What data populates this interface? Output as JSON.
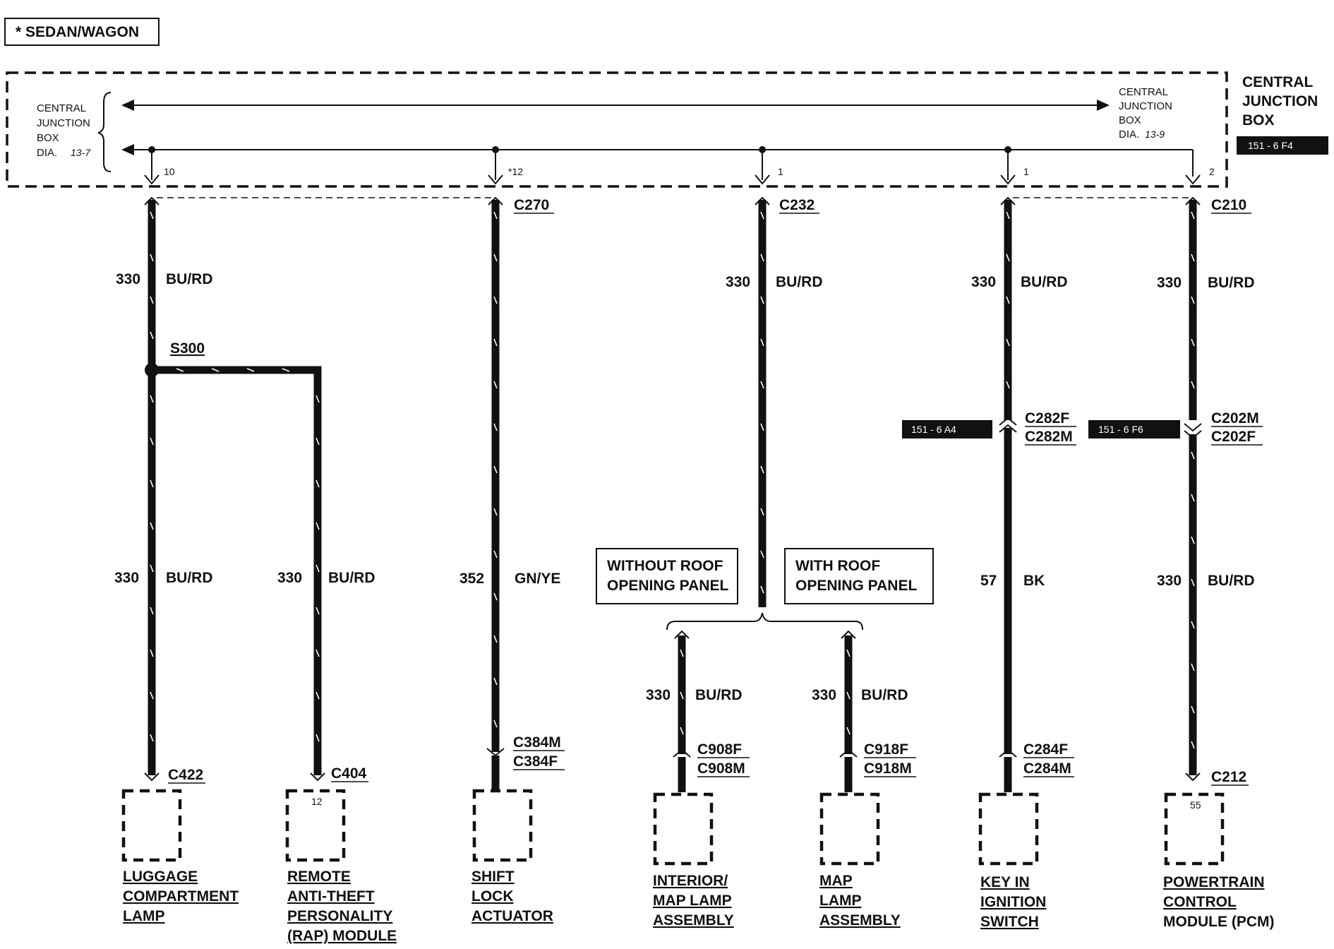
{
  "note_label": "* SEDAN/WAGON",
  "central_junction_box": {
    "title": [
      "CENTRAL",
      "JUNCTION",
      "BOX"
    ],
    "ref_tag": "151 - 6 F4",
    "left_ref": [
      "CENTRAL",
      "JUNCTION",
      "BOX",
      "DIA."
    ],
    "left_ref_num": "13-7",
    "right_ref": [
      "CENTRAL",
      "JUNCTION",
      "BOX",
      "DIA."
    ],
    "right_ref_num": "13-9",
    "pins": [
      "10",
      "*12",
      "1",
      "1",
      "2"
    ]
  },
  "connectors": {
    "c270": "C270",
    "c232": "C232",
    "c210": "C210",
    "c282f": "C282F",
    "c282m": "C282M",
    "c202m": "C202M",
    "c202f": "C202F",
    "c384m": "C384M",
    "c384f": "C384F",
    "c908f": "C908F",
    "c908m": "C908M",
    "c918f": "C918F",
    "c918m": "C918M",
    "c284f": "C284F",
    "c284m": "C284M",
    "c422": "C422",
    "c404": "C404",
    "c212": "C212"
  },
  "ref_tags": {
    "c282": "151 - 6 A4",
    "c202": "151 - 6 F6"
  },
  "splice": "S300",
  "wire_labels": {
    "w1_top": {
      "num": "330",
      "color": "BU/RD"
    },
    "w1_bot": {
      "num": "330",
      "color": "BU/RD"
    },
    "w2": {
      "num": "330",
      "color": "BU/RD"
    },
    "w3": {
      "num": "352",
      "color": "GN/YE"
    },
    "w4": {
      "num": "330",
      "color": "BU/RD"
    },
    "w5": {
      "num": "330",
      "color": "BU/RD"
    },
    "w6": {
      "num": "330",
      "color": "BU/RD"
    },
    "w7_top": {
      "num": "330",
      "color": "BU/RD"
    },
    "w7_bot": {
      "num": "57",
      "color": "BK"
    },
    "w8_top": {
      "num": "330",
      "color": "BU/RD"
    },
    "w8_bot": {
      "num": "330",
      "color": "BU/RD"
    }
  },
  "options": {
    "without_roof": [
      "WITHOUT ROOF",
      "OPENING PANEL"
    ],
    "with_roof": [
      "WITH ROOF",
      "OPENING PANEL"
    ]
  },
  "component_pins": {
    "rap": "12",
    "pcm": "55"
  },
  "components": {
    "luggage": [
      "LUGGAGE",
      "COMPARTMENT",
      "LAMP"
    ],
    "rap": [
      "REMOTE",
      "ANTI-THEFT",
      "PERSONALITY",
      "(RAP) MODULE"
    ],
    "shift": [
      "SHIFT",
      "LOCK",
      "ACTUATOR"
    ],
    "interior": [
      "INTERIOR/",
      "MAP LAMP",
      "ASSEMBLY"
    ],
    "map": [
      "MAP",
      "LAMP",
      "ASSEMBLY"
    ],
    "key": [
      "KEY IN",
      "IGNITION",
      "SWITCH"
    ],
    "pcm": [
      "POWERTRAIN",
      "CONTROL",
      "MODULE (PCM)"
    ]
  }
}
